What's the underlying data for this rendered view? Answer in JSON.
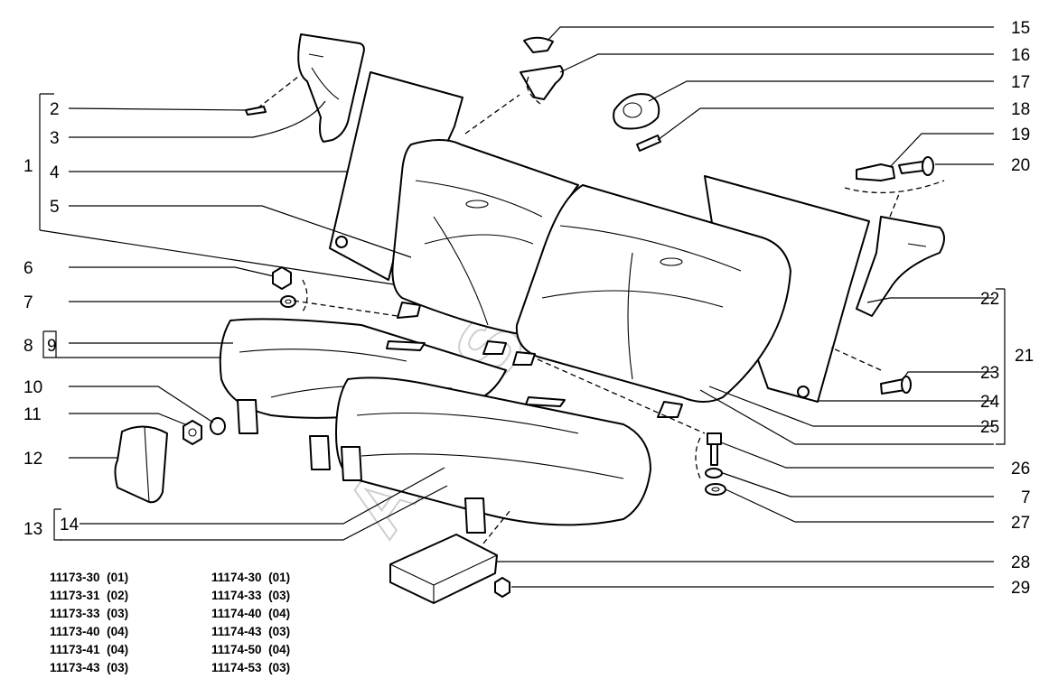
{
  "watermark": "AutoSoft",
  "callouts": {
    "c1": "1",
    "c2": "2",
    "c3": "3",
    "c4": "4",
    "c5": "5",
    "c6": "6",
    "c7a": "7",
    "c8": "8",
    "c9": "9",
    "c10": "10",
    "c11": "11",
    "c12": "12",
    "c13": "13",
    "c14": "14",
    "c15": "15",
    "c16": "16",
    "c17": "17",
    "c18": "18",
    "c19": "19",
    "c20": "20",
    "c21": "21",
    "c22": "22",
    "c23": "23",
    "c24": "24",
    "c25": "25",
    "c26": "26",
    "c7b": "7",
    "c27": "27",
    "c28": "28",
    "c29": "29"
  },
  "legend": {
    "left": [
      {
        "code": "11173-30",
        "note": "(01)"
      },
      {
        "code": "11173-31",
        "note": "(02)"
      },
      {
        "code": "11173-33",
        "note": "(03)"
      },
      {
        "code": "11173-40",
        "note": "(04)"
      },
      {
        "code": "11173-41",
        "note": "(04)"
      },
      {
        "code": "11173-43",
        "note": "(03)"
      }
    ],
    "right": [
      {
        "code": "11174-30",
        "note": "(01)"
      },
      {
        "code": "11174-33",
        "note": "(03)"
      },
      {
        "code": "11174-40",
        "note": "(04)"
      },
      {
        "code": "11174-43",
        "note": "(03)"
      },
      {
        "code": "11174-50",
        "note": "(04)"
      },
      {
        "code": "11174-53",
        "note": "(03)"
      }
    ]
  }
}
